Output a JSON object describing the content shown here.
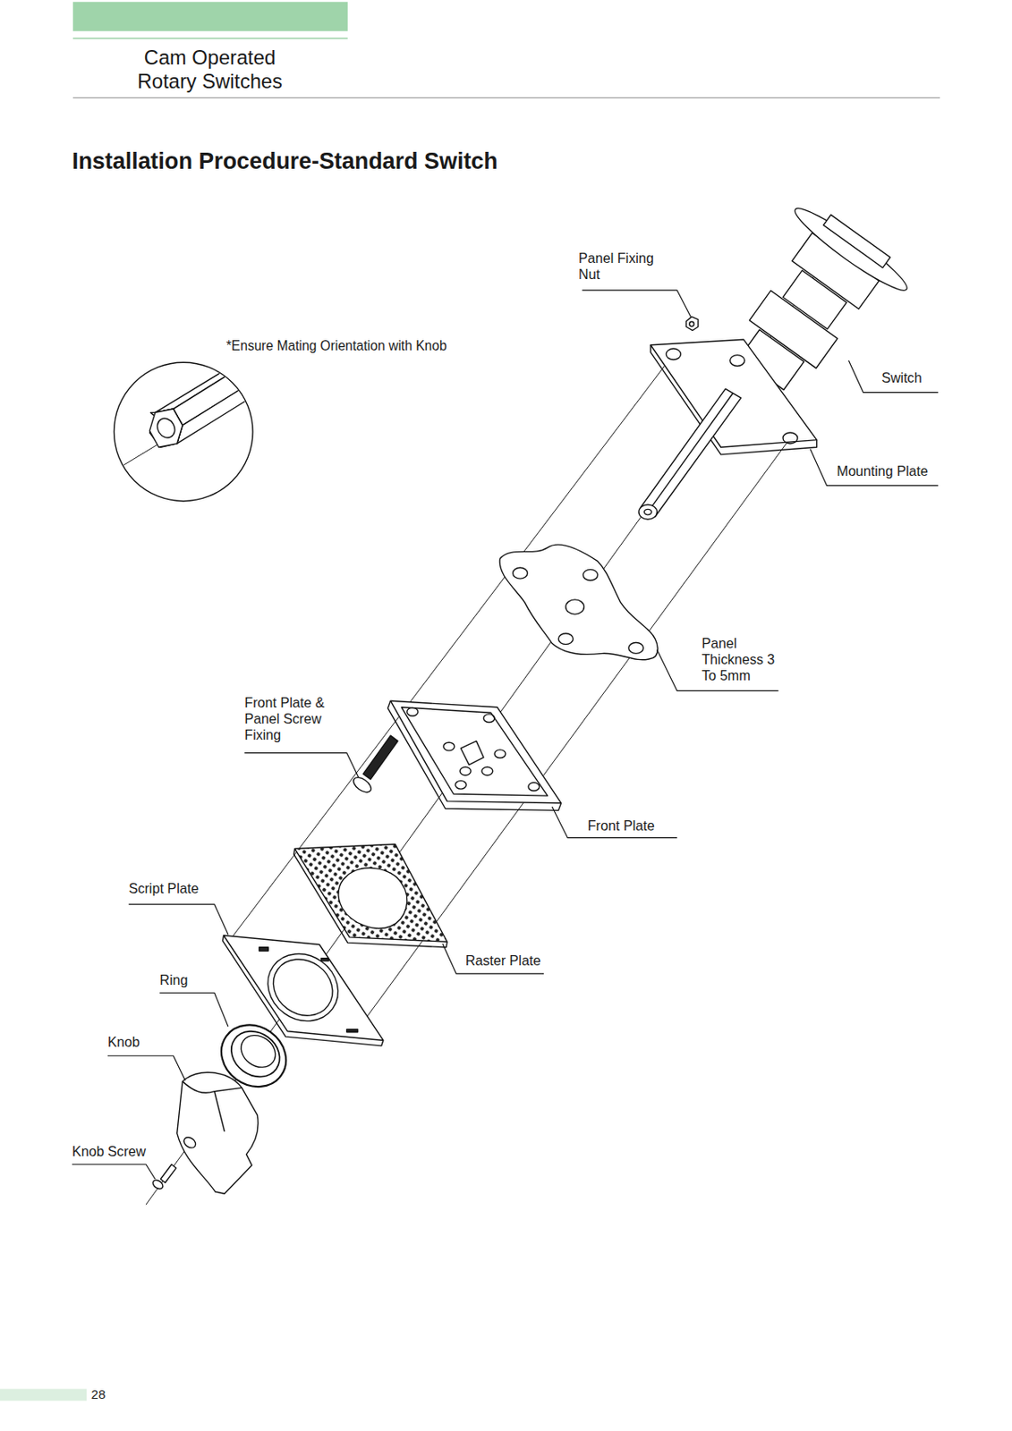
{
  "diagram": {
    "title": "Installation Procedure-Standard Switch",
    "labels": [
      "Cam Operated Rotary Switches",
      "Panel Fixing Nut",
      "*Ensure Mating Orientation with Knob",
      "Switch",
      "Mounting Plate",
      "Panel Thickness 3 To 5mm",
      "Front Plate & Panel Screw Fixing",
      "Front Plate",
      "Script Plate",
      "Raster Plate",
      "Ring",
      "Knob",
      "Knob Screw",
      "28"
    ]
  }
}
